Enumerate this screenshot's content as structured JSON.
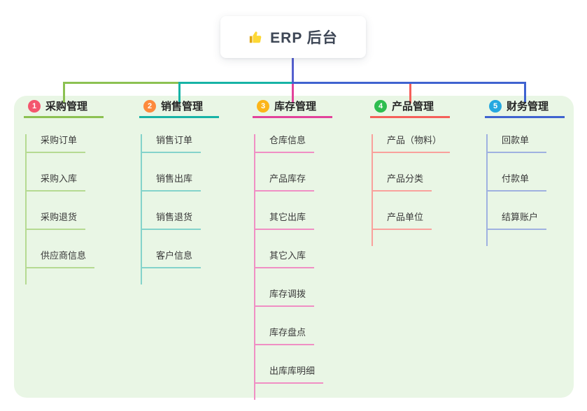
{
  "root": {
    "icon": "thumbs-up-icon",
    "label": "ERP 后台"
  },
  "branches": [
    {
      "badge": "1",
      "label": "采购管理",
      "badge_color": "#f4566e",
      "line_color": "#8cc152",
      "child_line_color": "#b5da92",
      "children": [
        "采购订单",
        "采购入库",
        "采购退货",
        "供应商信息"
      ]
    },
    {
      "badge": "2",
      "label": "销售管理",
      "badge_color": "#fd8a3c",
      "line_color": "#17b3a6",
      "child_line_color": "#84d3cb",
      "children": [
        "销售订单",
        "销售出库",
        "销售退货",
        "客户信息"
      ]
    },
    {
      "badge": "3",
      "label": "库存管理",
      "badge_color": "#fcb519",
      "line_color": "#e2439b",
      "child_line_color": "#f08fc4",
      "children": [
        "仓库信息",
        "产品库存",
        "其它出库",
        "其它入库",
        "库存调拨",
        "库存盘点",
        "出库库明细"
      ]
    },
    {
      "badge": "4",
      "label": "产品管理",
      "badge_color": "#2ebd4f",
      "line_color": "#f5605a",
      "child_line_color": "#f9a19c",
      "children": [
        "产品（物料）",
        "产品分类",
        "产品单位"
      ]
    },
    {
      "badge": "5",
      "label": "财务管理",
      "badge_color": "#25a8e0",
      "line_color": "#3f63d0",
      "child_line_color": "#9fb1e0",
      "children": [
        "回款单",
        "付款单",
        "结算账户"
      ]
    }
  ],
  "colors": {
    "stem": "#5560cf",
    "panel_bg": "#e9f6e5",
    "card_bg": "#ffffff",
    "root_text": "#3d4655",
    "header_text": "#262626",
    "child_text": "#3a3a3a"
  }
}
